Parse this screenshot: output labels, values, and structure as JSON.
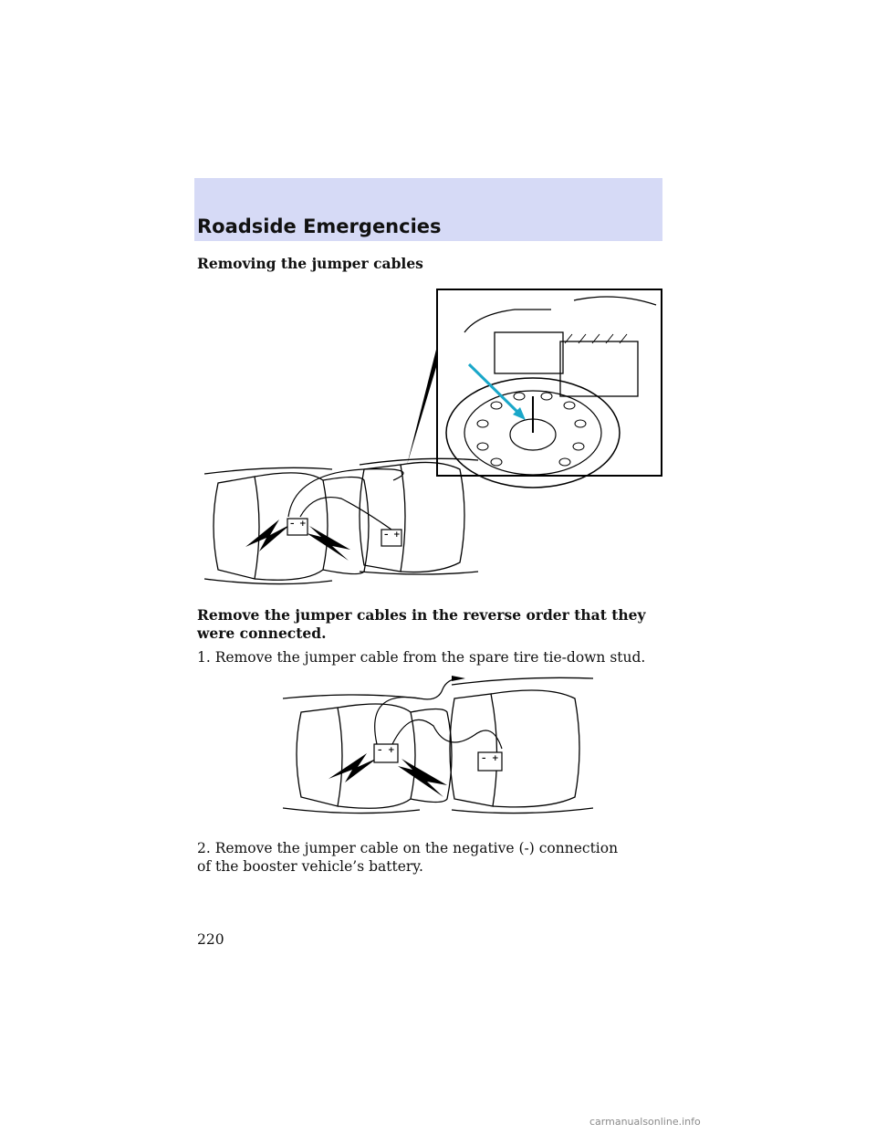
{
  "header": {
    "title": "Roadside Emergencies",
    "band_color": "#d6daf6"
  },
  "section": {
    "title": "Removing the jumper cables"
  },
  "intro": {
    "text": "Remove the jumper cables in the reverse order that they were connected."
  },
  "steps": [
    {
      "text": "1. Remove the jumper cable from the spare tire tie-down stud."
    },
    {
      "text": "2. Remove the jumper cable on the negative (-) connection of the booster vehicle’s battery."
    }
  ],
  "battery_terminals": {
    "negative": "–",
    "positive": "+"
  },
  "page": {
    "number": "220"
  },
  "footer": {
    "watermark": "carmanualsonline.info"
  },
  "colors": {
    "arrow": "#1aa7c9"
  }
}
